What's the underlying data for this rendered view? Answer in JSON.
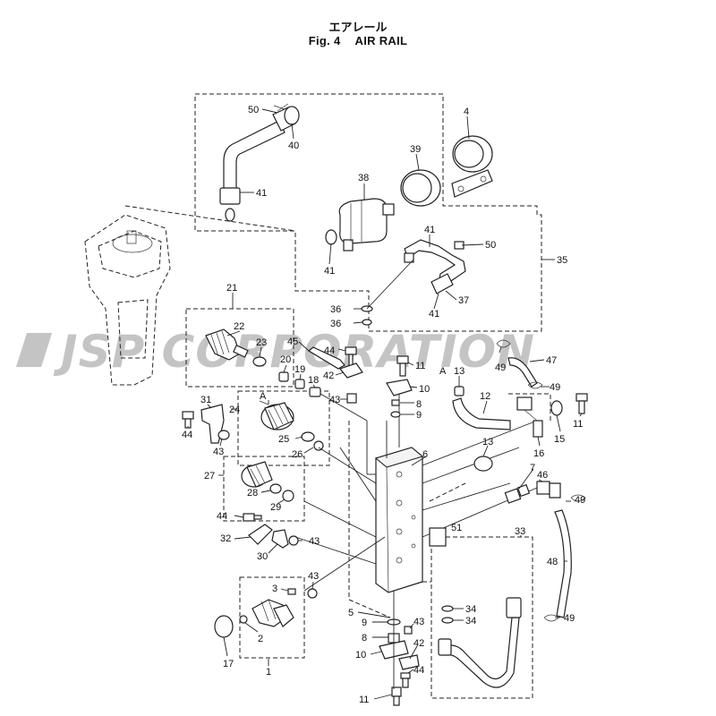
{
  "title": {
    "japanese": "エアレール",
    "figure": "Fig. 4",
    "english": "AIR RAIL"
  },
  "watermark": "JSP CORPORATION",
  "labels": [
    {
      "id": "50a",
      "text": "50"
    },
    {
      "id": "40",
      "text": "40"
    },
    {
      "id": "41a",
      "text": "41"
    },
    {
      "id": "4",
      "text": "4"
    },
    {
      "id": "39",
      "text": "39"
    },
    {
      "id": "38",
      "text": "38"
    },
    {
      "id": "41b",
      "text": "41"
    },
    {
      "id": "41c",
      "text": "41"
    },
    {
      "id": "50b",
      "text": "50"
    },
    {
      "id": "35",
      "text": "35"
    },
    {
      "id": "37",
      "text": "37"
    },
    {
      "id": "41d",
      "text": "41"
    },
    {
      "id": "36a",
      "text": "36"
    },
    {
      "id": "36b",
      "text": "36"
    },
    {
      "id": "21",
      "text": "21"
    },
    {
      "id": "22",
      "text": "22"
    },
    {
      "id": "23",
      "text": "23"
    },
    {
      "id": "20",
      "text": "20"
    },
    {
      "id": "19",
      "text": "19"
    },
    {
      "id": "18",
      "text": "18"
    },
    {
      "id": "45",
      "text": "45"
    },
    {
      "id": "44a",
      "text": "44"
    },
    {
      "id": "42a",
      "text": "42"
    },
    {
      "id": "43a",
      "text": "43"
    },
    {
      "id": "11a",
      "text": "11"
    },
    {
      "id": "A1",
      "text": "A"
    },
    {
      "id": "13a",
      "text": "13"
    },
    {
      "id": "10a",
      "text": "10"
    },
    {
      "id": "8a",
      "text": "8"
    },
    {
      "id": "9a",
      "text": "9"
    },
    {
      "id": "12",
      "text": "12"
    },
    {
      "id": "49a",
      "text": "49"
    },
    {
      "id": "47",
      "text": "47"
    },
    {
      "id": "49b",
      "text": "49"
    },
    {
      "id": "11b",
      "text": "11"
    },
    {
      "id": "15",
      "text": "15"
    },
    {
      "id": "16",
      "text": "16"
    },
    {
      "id": "31",
      "text": "31"
    },
    {
      "id": "44b",
      "text": "44"
    },
    {
      "id": "24",
      "text": "24"
    },
    {
      "id": "A2",
      "text": "A"
    },
    {
      "id": "25",
      "text": "25"
    },
    {
      "id": "26",
      "text": "26"
    },
    {
      "id": "43b",
      "text": "43"
    },
    {
      "id": "6",
      "text": "6"
    },
    {
      "id": "13b",
      "text": "13"
    },
    {
      "id": "7",
      "text": "7"
    },
    {
      "id": "46",
      "text": "46"
    },
    {
      "id": "49c",
      "text": "49"
    },
    {
      "id": "27",
      "text": "27"
    },
    {
      "id": "28",
      "text": "28"
    },
    {
      "id": "29",
      "text": "29"
    },
    {
      "id": "44c",
      "text": "44"
    },
    {
      "id": "32",
      "text": "32"
    },
    {
      "id": "43c",
      "text": "43"
    },
    {
      "id": "30",
      "text": "30"
    },
    {
      "id": "51",
      "text": "51"
    },
    {
      "id": "33",
      "text": "33"
    },
    {
      "id": "48",
      "text": "48"
    },
    {
      "id": "3",
      "text": "3"
    },
    {
      "id": "43d",
      "text": "43"
    },
    {
      "id": "2",
      "text": "2"
    },
    {
      "id": "17",
      "text": "17"
    },
    {
      "id": "1",
      "text": "1"
    },
    {
      "id": "5",
      "text": "5"
    },
    {
      "id": "34a",
      "text": "34"
    },
    {
      "id": "34b",
      "text": "34"
    },
    {
      "id": "49d",
      "text": "49"
    },
    {
      "id": "9b",
      "text": "9"
    },
    {
      "id": "43e",
      "text": "43"
    },
    {
      "id": "8b",
      "text": "8"
    },
    {
      "id": "42b",
      "text": "42"
    },
    {
      "id": "10b",
      "text": "10"
    },
    {
      "id": "44d",
      "text": "44"
    },
    {
      "id": "11c",
      "text": "11"
    }
  ]
}
